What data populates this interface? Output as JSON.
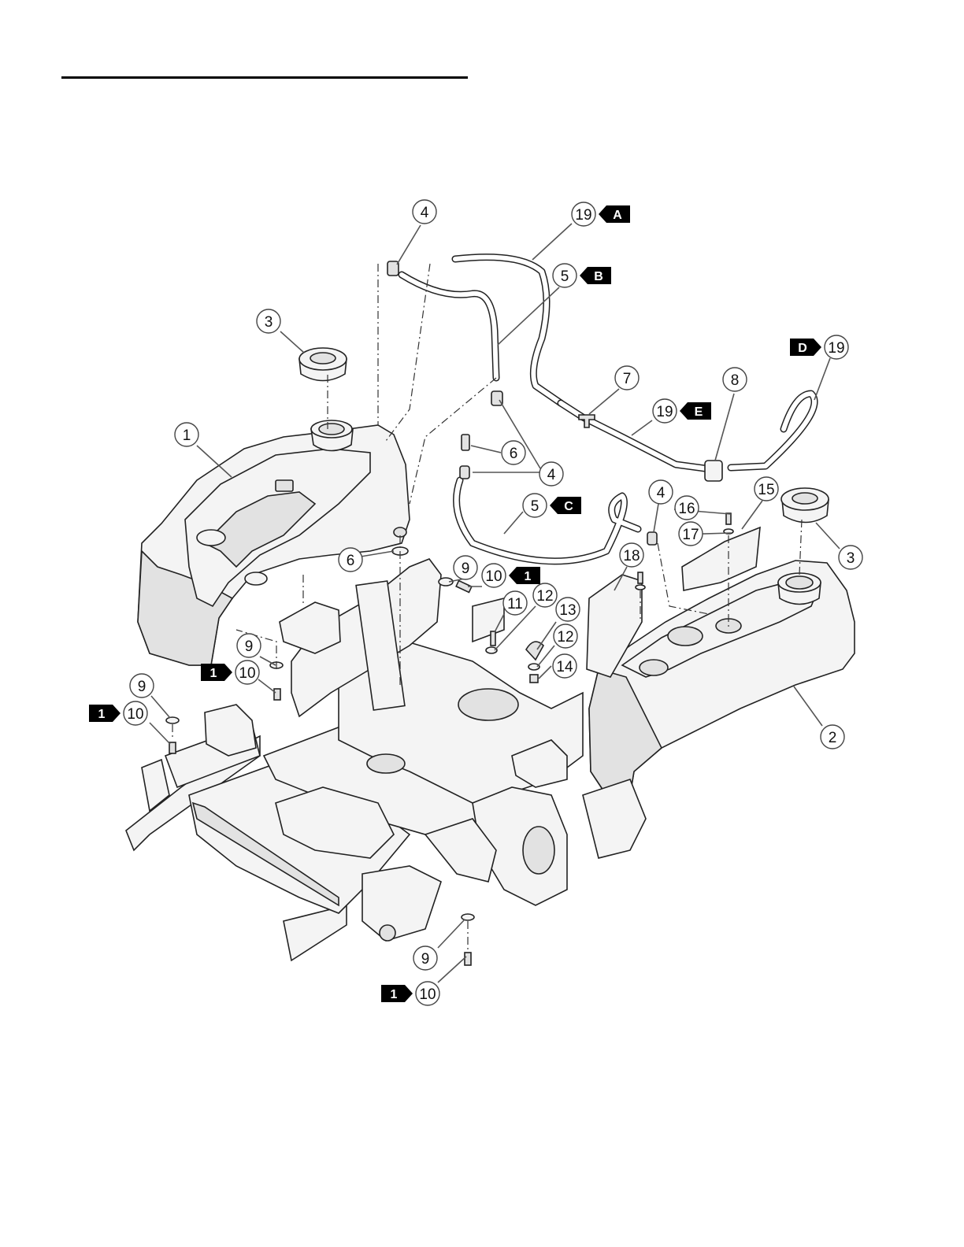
{
  "callouts": [
    {
      "id": "c4a",
      "num": "4"
    },
    {
      "id": "c19a",
      "num": "19",
      "tag": "A"
    },
    {
      "id": "c5b",
      "num": "5",
      "tag": "B"
    },
    {
      "id": "c3a",
      "num": "3"
    },
    {
      "id": "c19d",
      "num": "19",
      "tag": "D"
    },
    {
      "id": "c7",
      "num": "7"
    },
    {
      "id": "c8",
      "num": "8"
    },
    {
      "id": "c19e",
      "num": "19",
      "tag": "E"
    },
    {
      "id": "c1",
      "num": "1"
    },
    {
      "id": "c6a",
      "num": "6"
    },
    {
      "id": "c4b",
      "num": "4"
    },
    {
      "id": "c5c",
      "num": "5",
      "tag": "C"
    },
    {
      "id": "c4c",
      "num": "4"
    },
    {
      "id": "c16",
      "num": "16"
    },
    {
      "id": "c15",
      "num": "15"
    },
    {
      "id": "c3b",
      "num": "3"
    },
    {
      "id": "c17",
      "num": "17"
    },
    {
      "id": "c6b",
      "num": "6"
    },
    {
      "id": "c18",
      "num": "18"
    },
    {
      "id": "c9a",
      "num": "9"
    },
    {
      "id": "c10a",
      "num": "10",
      "tag": "1"
    },
    {
      "id": "c11",
      "num": "11"
    },
    {
      "id": "c12a",
      "num": "12"
    },
    {
      "id": "c13",
      "num": "13"
    },
    {
      "id": "c12b",
      "num": "12"
    },
    {
      "id": "c9b",
      "num": "9"
    },
    {
      "id": "c10b",
      "num": "10",
      "tag": "1"
    },
    {
      "id": "c14",
      "num": "14"
    },
    {
      "id": "c9c",
      "num": "9"
    },
    {
      "id": "c10c",
      "num": "10",
      "tag": "1"
    },
    {
      "id": "c2",
      "num": "2"
    },
    {
      "id": "c9d",
      "num": "9"
    },
    {
      "id": "c10d",
      "num": "10",
      "tag": "1"
    }
  ]
}
